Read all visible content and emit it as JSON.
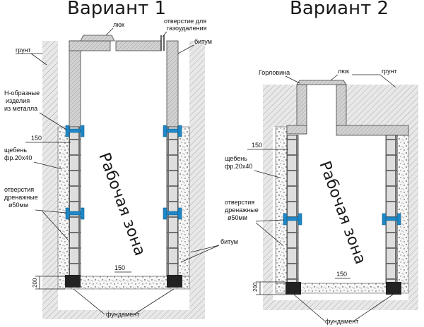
{
  "variant1": {
    "title": "Вариант 1",
    "labels": {
      "hatch": "люк",
      "gas_hole_1": "отверстие для",
      "gas_hole_2": "газоудаления",
      "soil": "грунт",
      "bitumen_top": "битум",
      "h_items_1": "Н-образные",
      "h_items_2": "изделия",
      "h_items_3": "из металла",
      "dim_150_side": "150",
      "gravel_1": "щебень",
      "gravel_2": "фр.20х40",
      "drain_1": "отверстия",
      "drain_2": "дренажные",
      "drain_3": "ø50мм",
      "bitumen_bottom": "битум",
      "dim_150_bottom": "150",
      "dim_200": "200",
      "foundation": "фундамент",
      "work_zone": "Рабочая зона"
    }
  },
  "variant2": {
    "title": "Вариант 2",
    "labels": {
      "neck": "Горловина",
      "hatch": "люк",
      "soil": "грунт",
      "dim_150_side": "150",
      "gravel_1": "щебень",
      "gravel_2": "фр.20х40",
      "drain_1": "отверстия",
      "drain_2": "дренажные",
      "drain_3": "ø50мм",
      "dim_150_bottom": "150",
      "dim_200": "200",
      "foundation": "фундамент",
      "work_zone": "Рабочая зона"
    }
  },
  "colors": {
    "connector": "#1e88c8",
    "foundation": "#222222",
    "wall_fill": "#dcdcdc",
    "soil_fill": "#e6e6e6",
    "gravel_fill": "#f4f4f4"
  }
}
